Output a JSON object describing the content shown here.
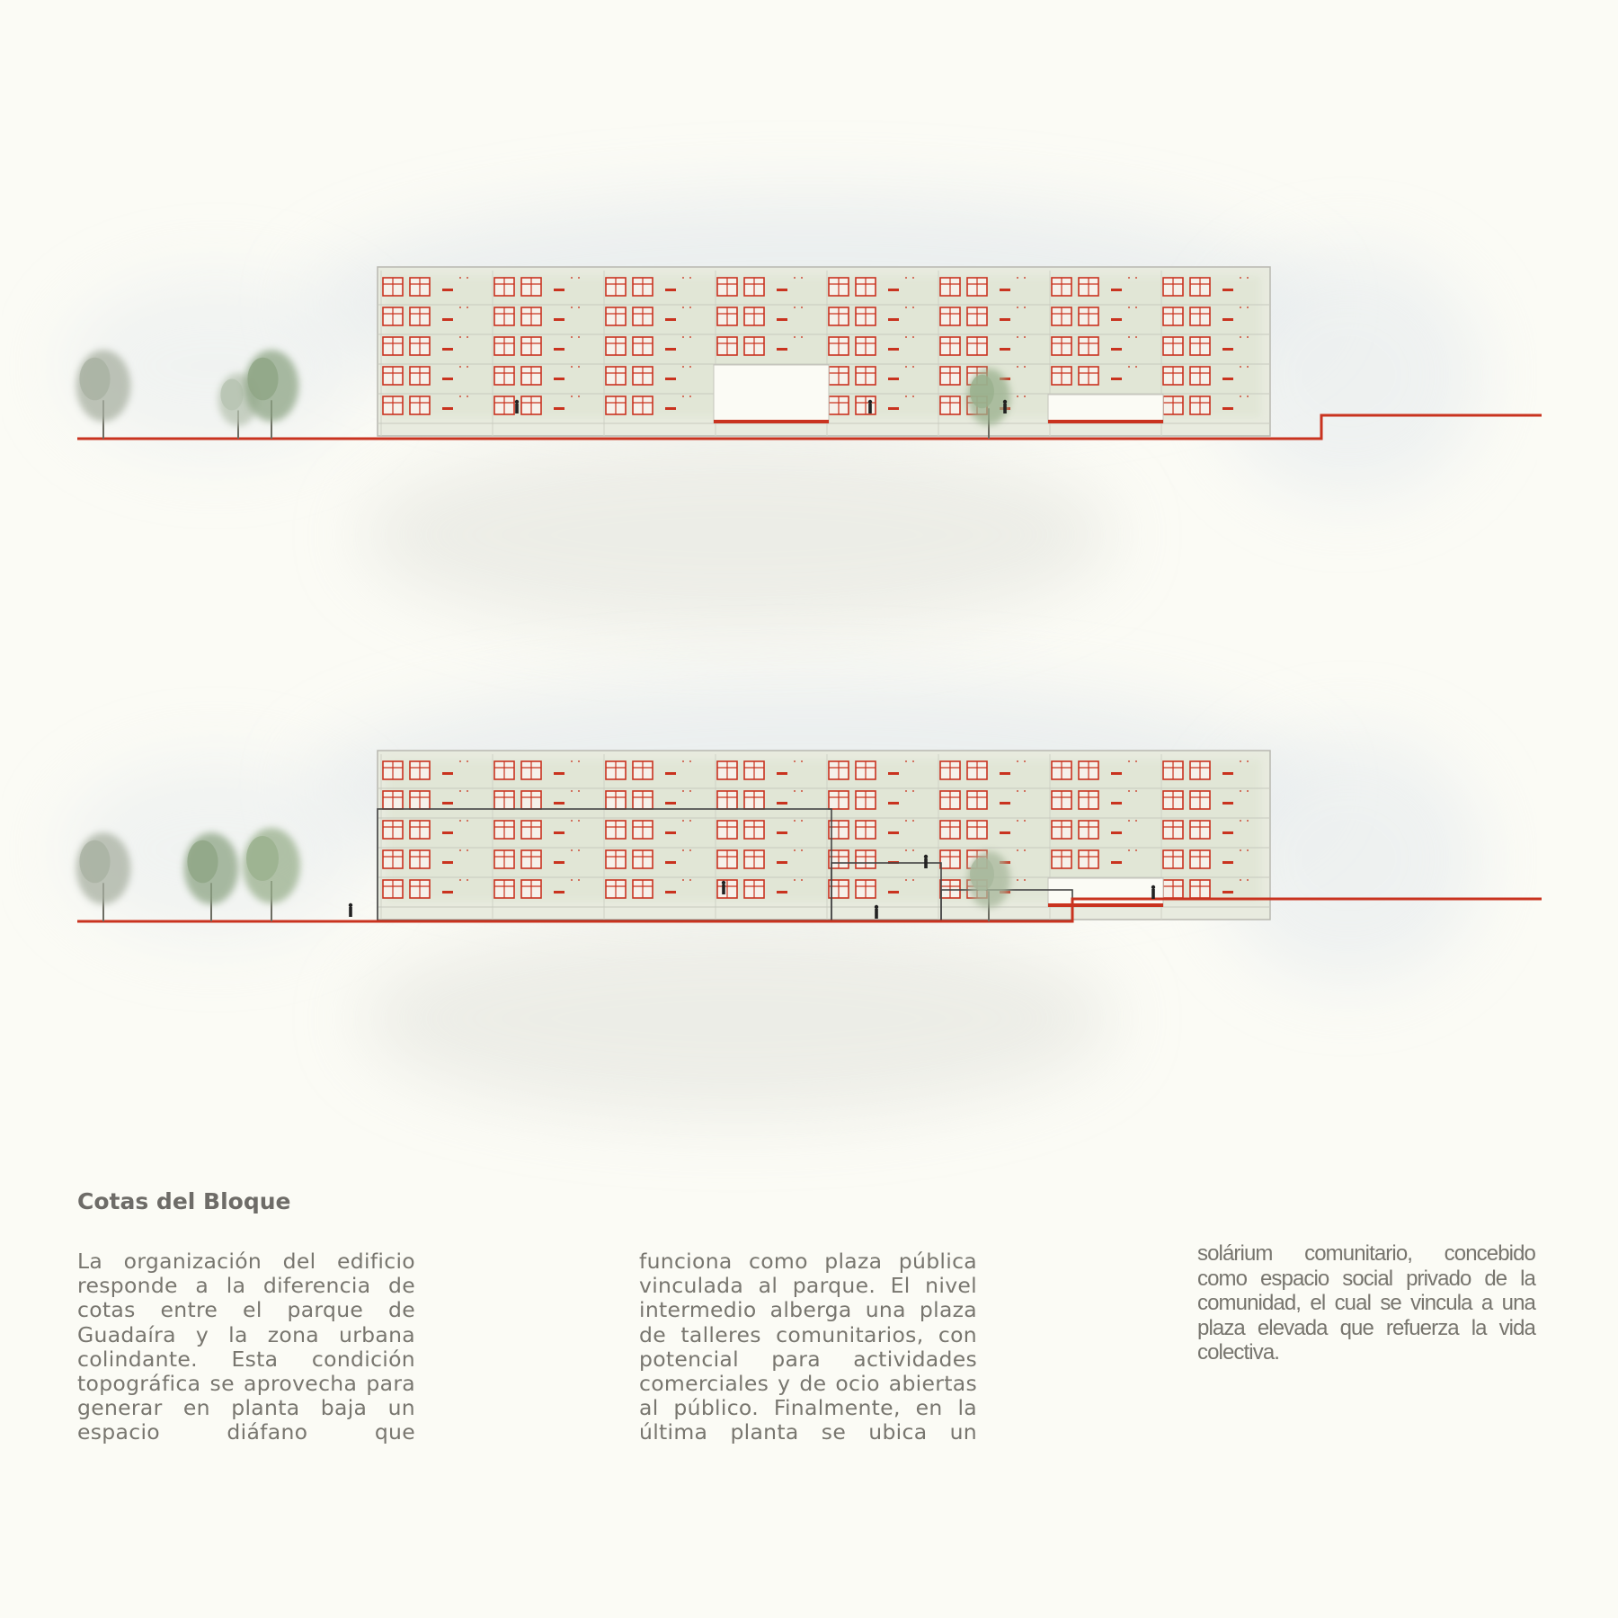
{
  "page": {
    "background": "#fbfbf5",
    "accent": "#c9331f"
  },
  "sections": [
    {
      "id": "elevation-top",
      "icons": [
        "tree-icon",
        "person-icon"
      ]
    },
    {
      "id": "elevation-bottom",
      "icons": [
        "tree-icon",
        "person-icon"
      ]
    }
  ],
  "text": {
    "heading": "Cotas del Bloque",
    "column1": "La organización del edificio responde a la diferencia de cotas entre el parque de Guadaíra y la zona urbana colindante. Esta condición topográfica se aprovecha para generar en planta baja un espacio diáfano que",
    "column2": "funciona como plaza pública vinculada al parque. El nivel intermedio alberga una plaza de talleres comunitarios, con potencial para actividades comerciales y de ocio abiertas al público. Finalmente, en la última planta se ubica un",
    "column3": "solárium comunitario, concebido como espacio social privado de la comunidad, el cual se vincula a una plaza elevada que refuerza la vida colectiva."
  }
}
